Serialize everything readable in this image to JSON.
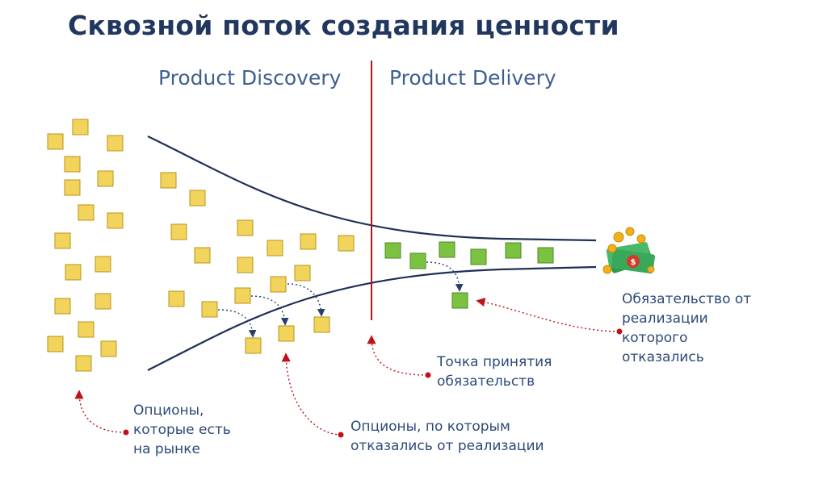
{
  "title": "Сквозной поток создания ценности",
  "phases": {
    "discovery": "Product Discovery",
    "delivery": "Product Delivery"
  },
  "labels": {
    "market_options": [
      "Опционы,",
      "которые есть",
      "на рынке"
    ],
    "rejected_options": [
      "Опционы, по которым",
      "отказались от реализации"
    ],
    "commitment_point": [
      "Точка принятия",
      "обязательств"
    ],
    "cancelled_commitment": [
      "Обязательство от",
      "реализации",
      "которого",
      "отказались"
    ]
  },
  "icons": {
    "value": "money-stack-icon"
  },
  "colors": {
    "title": "#22375e",
    "phase_text": "#3f5f8f",
    "label_text": "#2c4a78",
    "funnel_line": "#1f2f55",
    "commitment_line": "#b0171f",
    "callout": "#c0111a",
    "option_sticky": "#f2d35c",
    "committed_sticky": "#7cc242",
    "flow_arrow": "#2a3f66"
  }
}
